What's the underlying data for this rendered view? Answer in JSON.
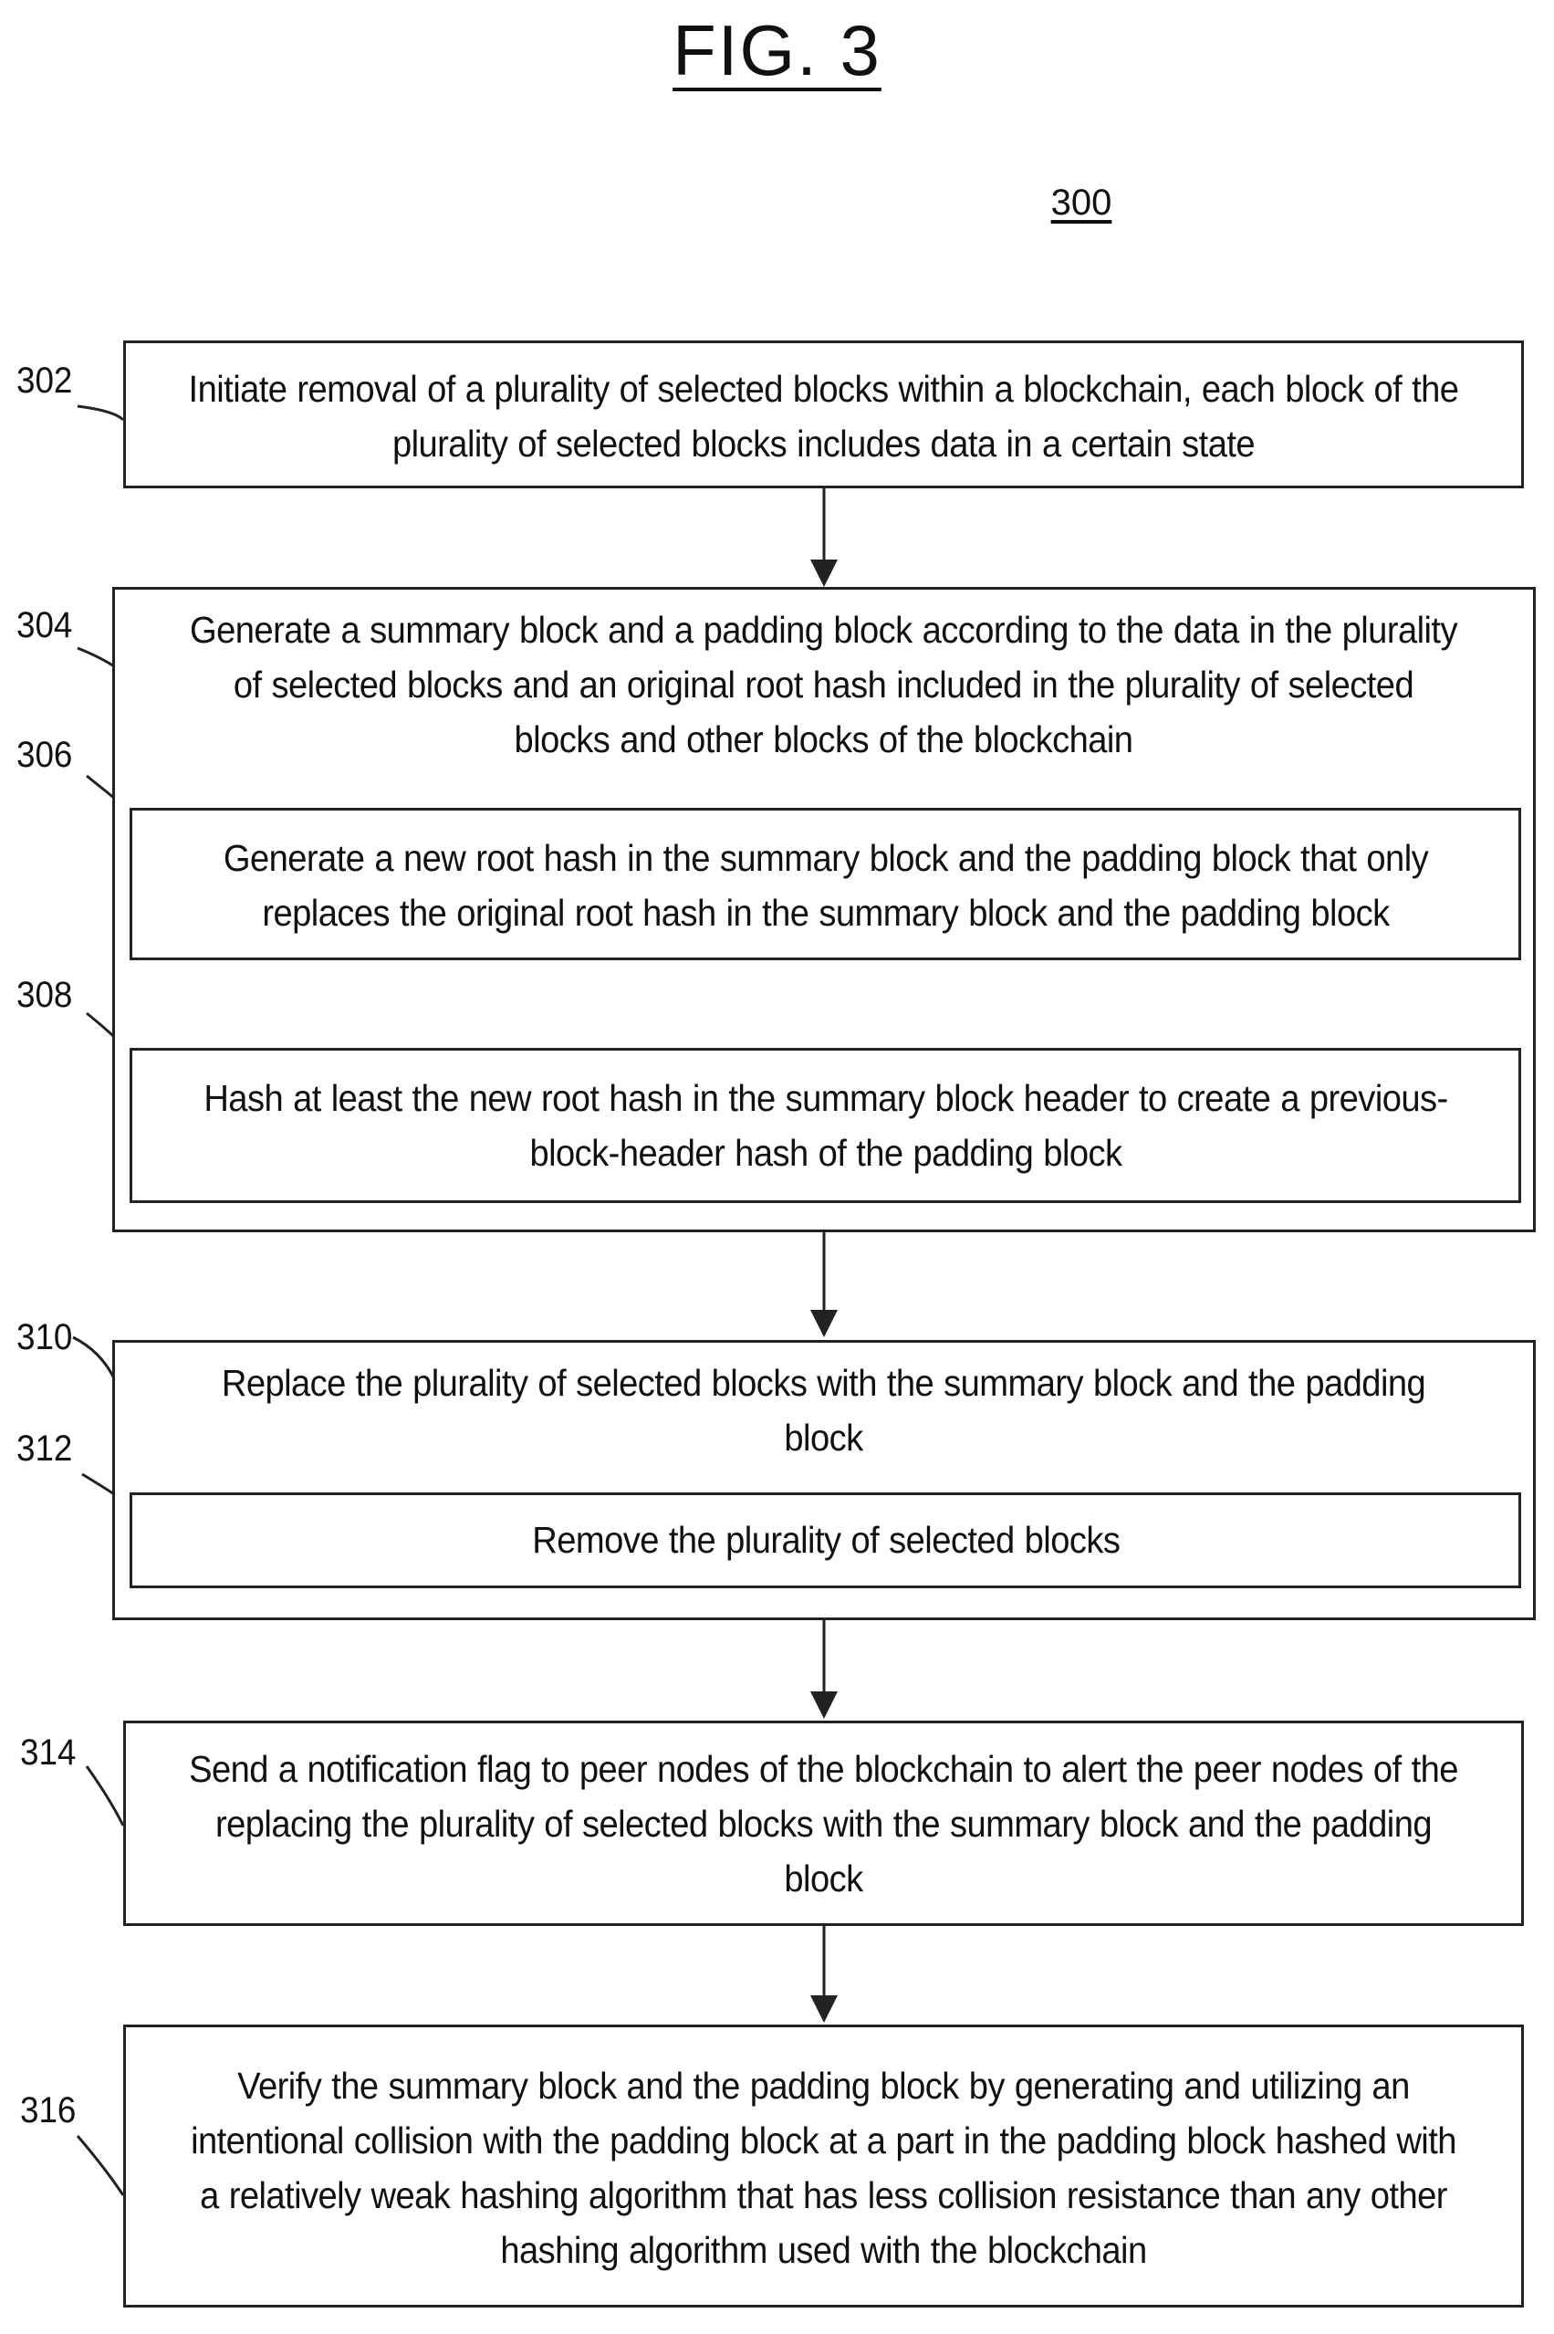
{
  "figure": {
    "title": "FIG. 3",
    "number": "300"
  },
  "steps": {
    "s302": {
      "ref": "302",
      "text": "Initiate removal of a plurality of selected blocks within a blockchain, each block of the plurality of selected blocks includes data in a certain state"
    },
    "s304": {
      "ref": "304",
      "text": "Generate a summary block and a padding block according to the data in the plurality of selected blocks and an original root hash included in the plurality of selected blocks and other blocks of the blockchain"
    },
    "s306": {
      "ref": "306",
      "text": "Generate a new root hash in the summary block and the padding block that only replaces the original root hash in the summary block and the padding block"
    },
    "s308": {
      "ref": "308",
      "text": "Hash at least the new root hash in the summary block header to create a previous-block-header hash of the padding block"
    },
    "s310": {
      "ref": "310",
      "text": "Replace the plurality of selected blocks with the summary block and the padding block"
    },
    "s312": {
      "ref": "312",
      "text": "Remove the plurality of selected blocks"
    },
    "s314": {
      "ref": "314",
      "text": "Send a notification flag to peer nodes of the blockchain to alert the peer nodes of the replacing the plurality of selected blocks with the summary block and the padding block"
    },
    "s316": {
      "ref": "316",
      "text": "Verify the summary block and the padding block by generating and utilizing an intentional collision with the padding block at a part in the padding block hashed with a relatively weak hashing algorithm that has less collision resistance than any other hashing algorithm used with the blockchain"
    }
  }
}
